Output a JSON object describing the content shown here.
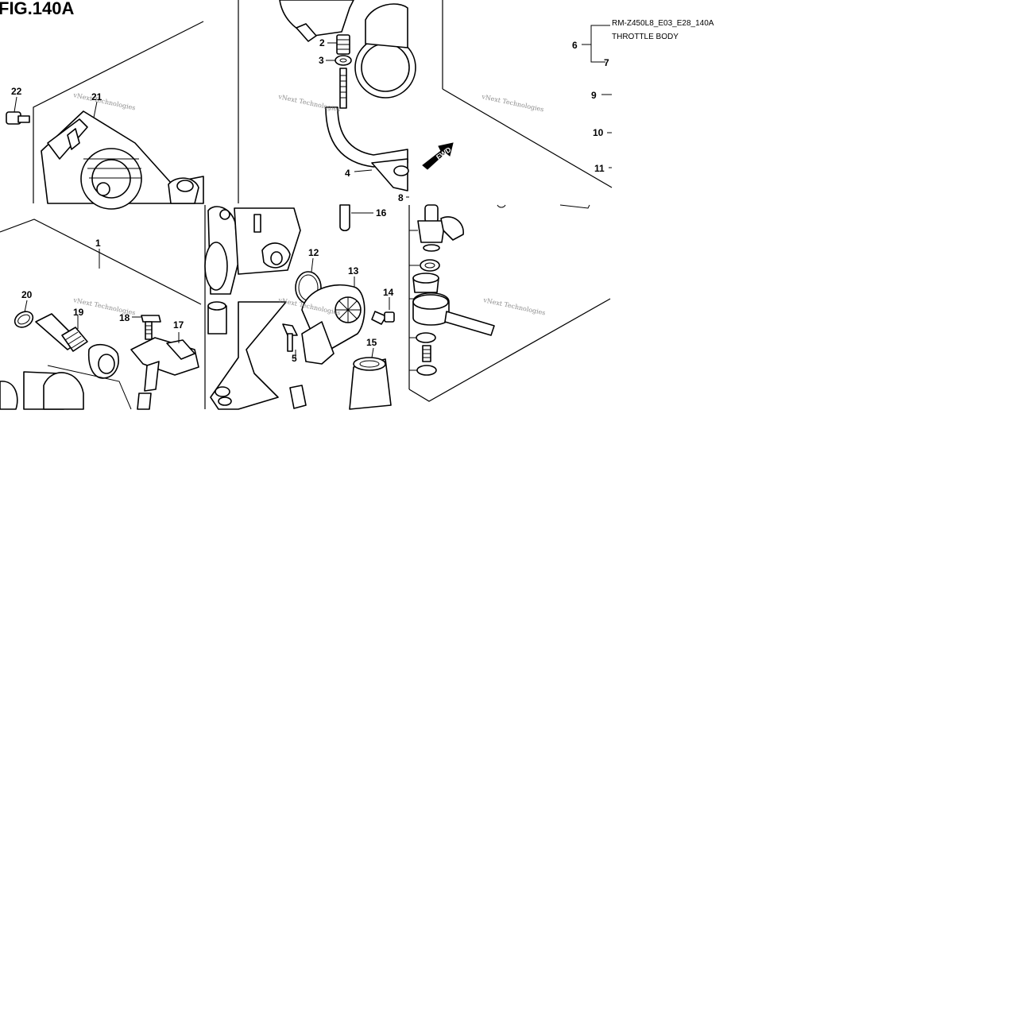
{
  "figure": {
    "title": "FIG.140A",
    "code": "RM-Z450L8_E03_E28_140A",
    "subtitle": "THROTTLE BODY",
    "fwd_label": "FWD",
    "watermark": "vNext Technologies"
  },
  "callouts": {
    "n1": "1",
    "n2": "2",
    "n3": "3",
    "n4": "4",
    "n5": "5",
    "n6": "6",
    "n7": "7",
    "n8": "8",
    "n9": "9",
    "n10": "10",
    "n11": "11",
    "n12": "12",
    "n13": "13",
    "n14": "14",
    "n15": "15",
    "n16": "16",
    "n17": "17",
    "n18": "18",
    "n19": "19",
    "n20": "20",
    "n21": "21",
    "n22": "22"
  }
}
